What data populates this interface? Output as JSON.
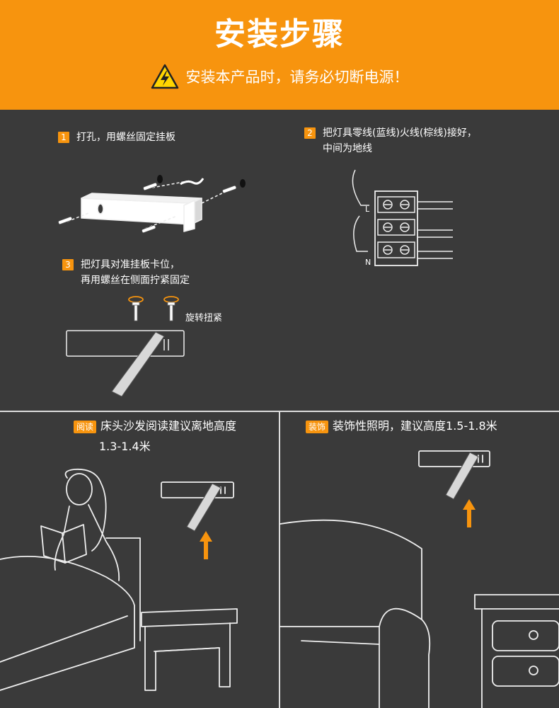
{
  "header": {
    "title": "安装步骤",
    "warning": "安装本产品时，请务必切断电源！",
    "colors": {
      "accent": "#f7940e",
      "background": "#3a3a3a",
      "line": "#dddddd"
    }
  },
  "steps": [
    {
      "number": "1",
      "lines": [
        "打孔，用螺丝固定挂板"
      ]
    },
    {
      "number": "2",
      "lines": [
        "把灯具零线(蓝线)火线(棕线)接好，",
        "中间为地线"
      ]
    },
    {
      "number": "3",
      "lines": [
        "把灯具对准挂板卡位，",
        "再用螺丝在侧面拧紧固定"
      ]
    }
  ],
  "step3_label": "旋转扭紧",
  "wire_labels": {
    "live": "L",
    "neutral": "N"
  },
  "reading": {
    "tag": "阅读",
    "text": "床头沙发阅读建议离地高度",
    "height": "1.3-1.4米"
  },
  "decor": {
    "tag": "装饰",
    "text": "装饰性照明，建议高度1.5-1.8米"
  },
  "icons": [
    "warning-triangle-icon",
    "screw-icon",
    "rotate-arrow-icon",
    "up-arrow-icon"
  ]
}
